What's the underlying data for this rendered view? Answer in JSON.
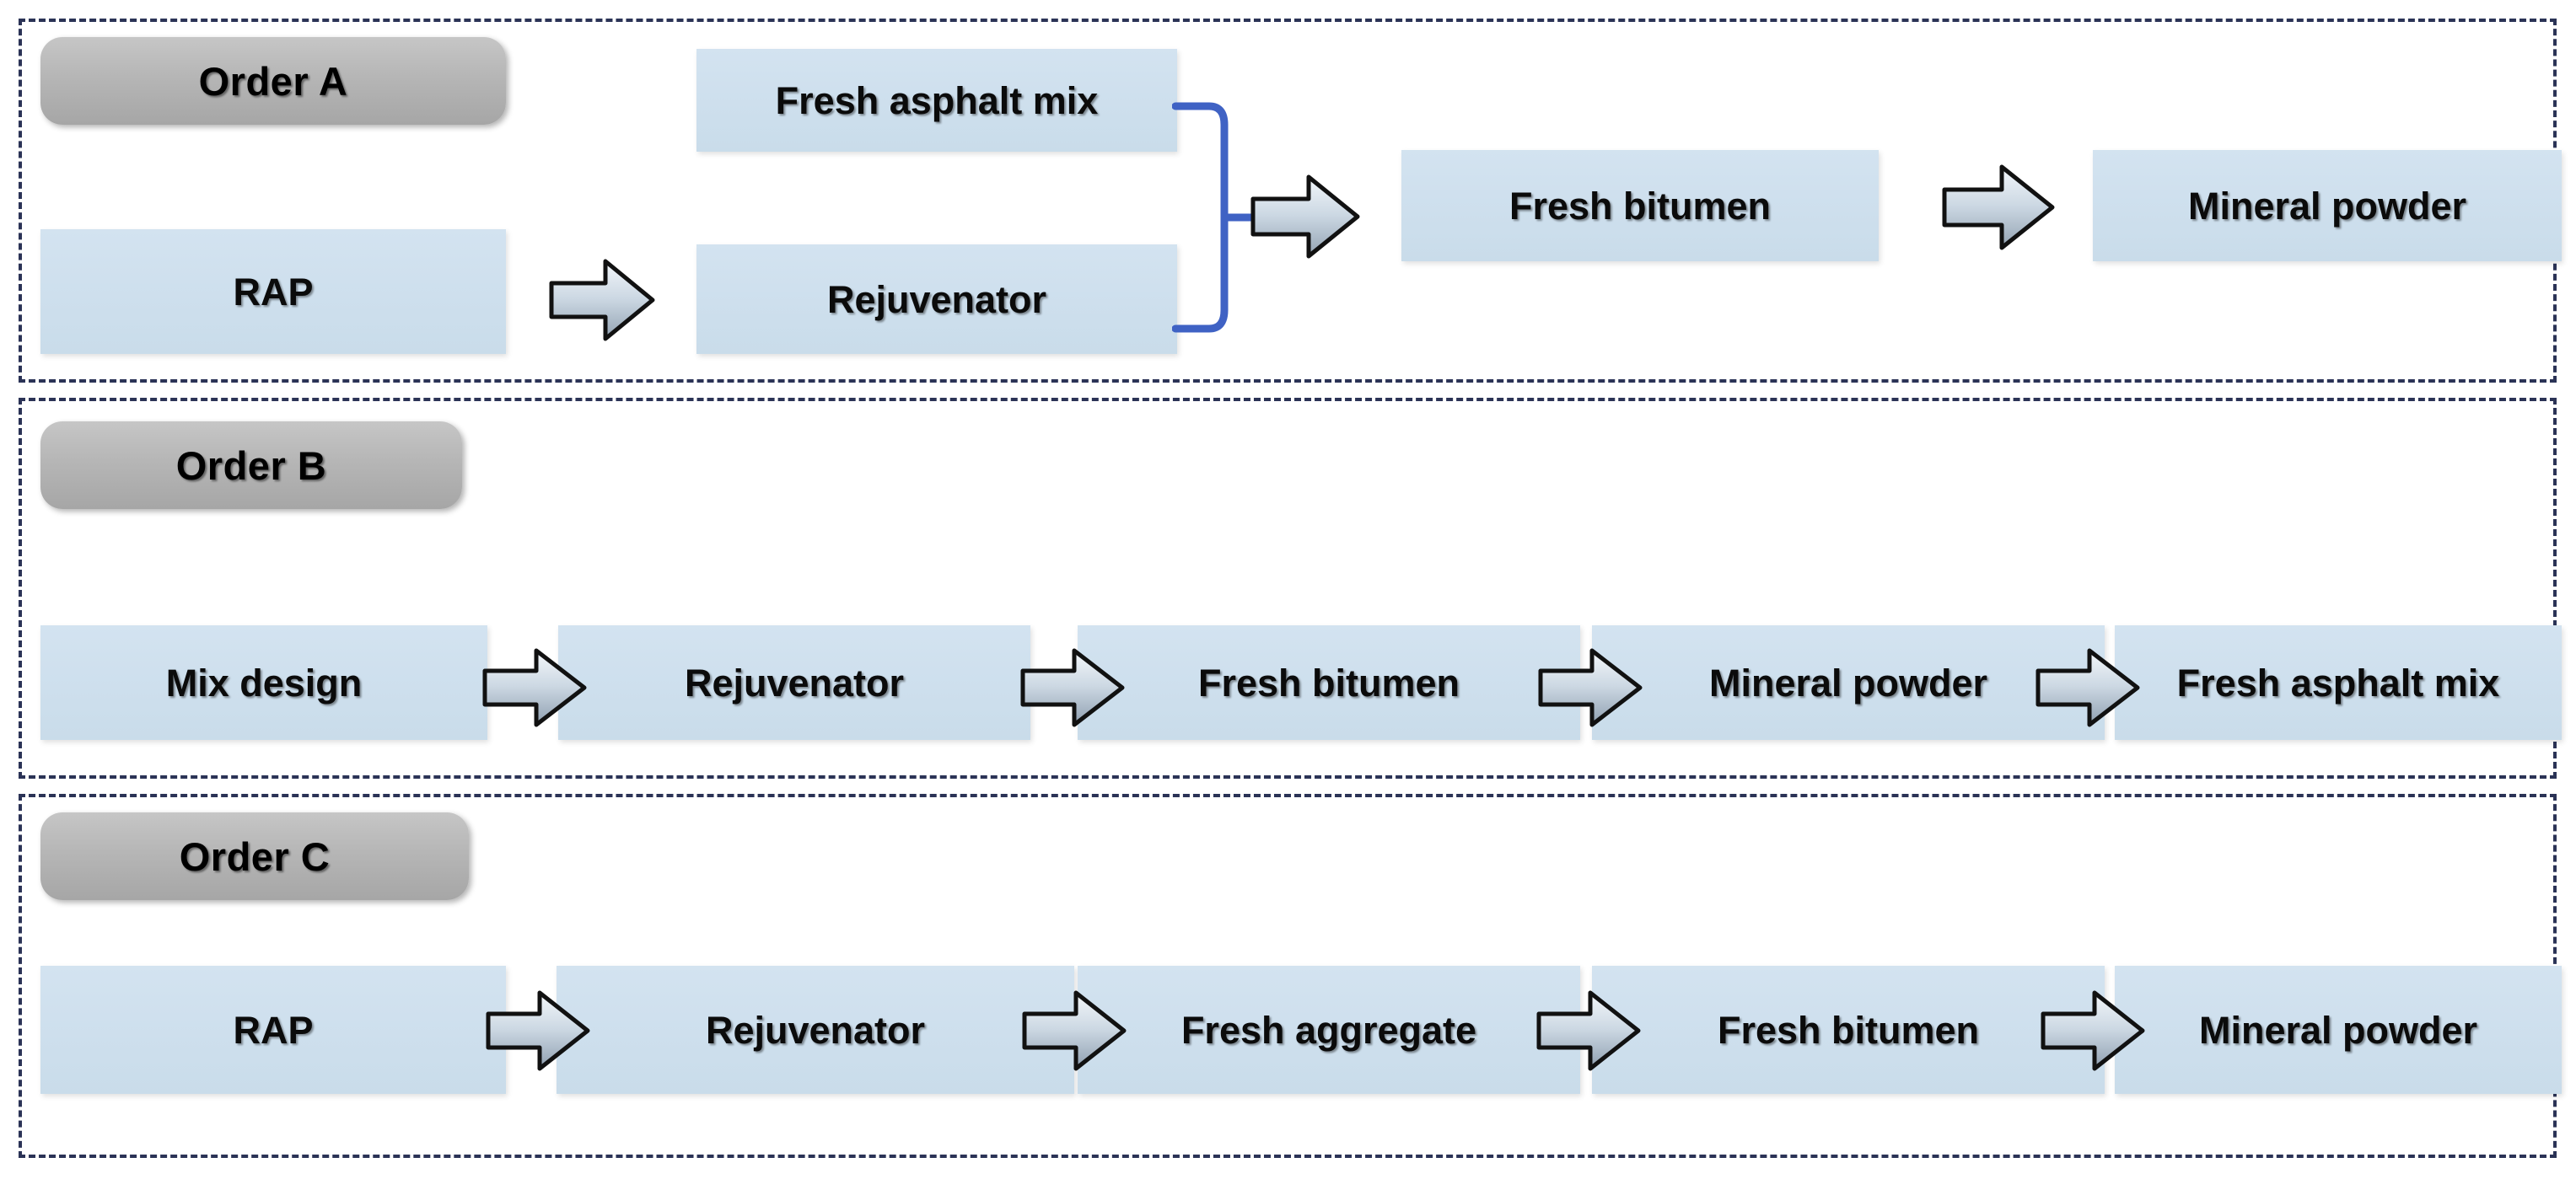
{
  "figure": {
    "title": "Material addition order flow diagram",
    "colors": {
      "panel_border": "#2b3356",
      "tab_fill": "#b6b6b6",
      "box_fill": "#cfe0ee",
      "arrow_fill": "#b9c6d4",
      "connector": "#3f62c4",
      "text": "#000000"
    }
  },
  "orders": [
    {
      "id": "order-a",
      "tab_label": "Order A",
      "boxes": [
        {
          "id": "a-fresh-asphalt-mix",
          "label": "Fresh asphalt mix"
        },
        {
          "id": "a-rap",
          "label": "RAP"
        },
        {
          "id": "a-rejuvenator",
          "label": "Rejuvenator"
        },
        {
          "id": "a-fresh-bitumen",
          "label": "Fresh bitumen"
        },
        {
          "id": "a-mineral-powder",
          "label": "Mineral powder"
        }
      ],
      "arrows": [
        {
          "id": "a-arrow-rap-to-rejuvenator",
          "from": "RAP",
          "to": "Rejuvenator"
        },
        {
          "id": "a-arrow-bracket-to-fresh-bitumen",
          "from": "Fresh asphalt mix + Rejuvenator",
          "to": "Fresh bitumen"
        },
        {
          "id": "a-arrow-bitumen-to-powder",
          "from": "Fresh bitumen",
          "to": "Mineral powder"
        }
      ],
      "connectors": [
        {
          "id": "a-bracket",
          "type": "merge-bracket",
          "inputs": [
            "Fresh asphalt mix",
            "Rejuvenator"
          ],
          "output": "Fresh bitumen"
        }
      ]
    },
    {
      "id": "order-b",
      "tab_label": "Order B",
      "sequence": [
        "Mix design",
        "Rejuvenator",
        "Fresh bitumen",
        "Mineral powder",
        "Fresh asphalt mix"
      ]
    },
    {
      "id": "order-c",
      "tab_label": "Order C",
      "sequence": [
        "RAP",
        "Rejuvenator",
        "Fresh aggregate",
        "Fresh bitumen",
        "Mineral powder"
      ]
    }
  ]
}
